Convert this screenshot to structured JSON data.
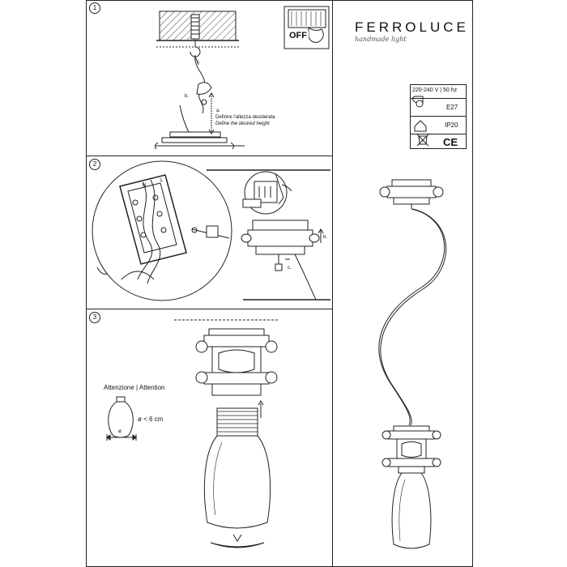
{
  "brand": {
    "name": "FERROLUCE",
    "tagline": "handmade light"
  },
  "steps": {
    "one": "1",
    "two": "2",
    "three": "3"
  },
  "step1": {
    "switch_label": "OFF",
    "label_a": "a.",
    "label_b": "b.",
    "label_c": "c.",
    "instruction_it": "Definire l'altezza desiderata",
    "instruction_en": "Define the desired height"
  },
  "step2": {
    "label_b": "b.",
    "label_c": "c.",
    "terminal_n": "N",
    "terminal_l": "L"
  },
  "step3": {
    "attention": "Attenzione | Attention",
    "diameter_note": "ø < 6 cm",
    "diameter_symbol": "ø"
  },
  "specs": {
    "voltage": "220-240 V | 50 hz",
    "socket": "E27",
    "ip": "IP20",
    "ce": "CE"
  },
  "colors": {
    "line": "#222222",
    "hatch": "#555555",
    "paper": "#ffffff"
  }
}
